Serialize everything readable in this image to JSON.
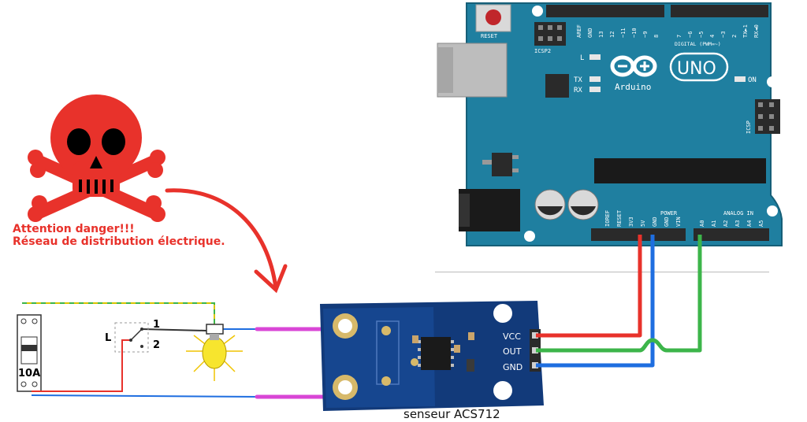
{
  "warning": {
    "line1": "Attention danger!!!",
    "line2": "Réseau de distribution électrique."
  },
  "sensor": {
    "caption": "senseur ACS712",
    "pins": [
      "VCC",
      "OUT",
      "GND"
    ]
  },
  "circuit": {
    "breaker_label": "10A",
    "switch_label": "L",
    "switch_pos_1": "1",
    "switch_pos_2": "2"
  },
  "arduino": {
    "reset_label": "RESET",
    "icsp2_label": "ICSP2",
    "icsp_label": "ICSP",
    "led_l": "L",
    "led_tx": "TX",
    "led_rx": "RX",
    "on_label": "ON",
    "brand": "Arduino",
    "model": "UNO",
    "digital_label": "DIGITAL (PWM=~)",
    "power_label": "POWER",
    "analog_label": "ANALOG IN",
    "digital_pins": [
      "AREF",
      "GND",
      "13",
      "12",
      "~11",
      "~10",
      "~9",
      "8",
      "7",
      "~6",
      "~5",
      "4",
      "~3",
      "2",
      "TX►1",
      "RX◄0"
    ],
    "power_pins": [
      "IOREF",
      "RESET",
      "3V3",
      "5V",
      "GND",
      "GND",
      "VIN"
    ],
    "analog_pins": [
      "A0",
      "A1",
      "A2",
      "A3",
      "A4",
      "A5"
    ]
  },
  "colors": {
    "board": "#1f7fa0",
    "sensor_board": "#123a7a",
    "wire_red": "#e8322b",
    "wire_blue": "#1e6ee0",
    "wire_green": "#3cb54a",
    "wire_magenta": "#d946d6",
    "warning_red": "#e8322b"
  }
}
